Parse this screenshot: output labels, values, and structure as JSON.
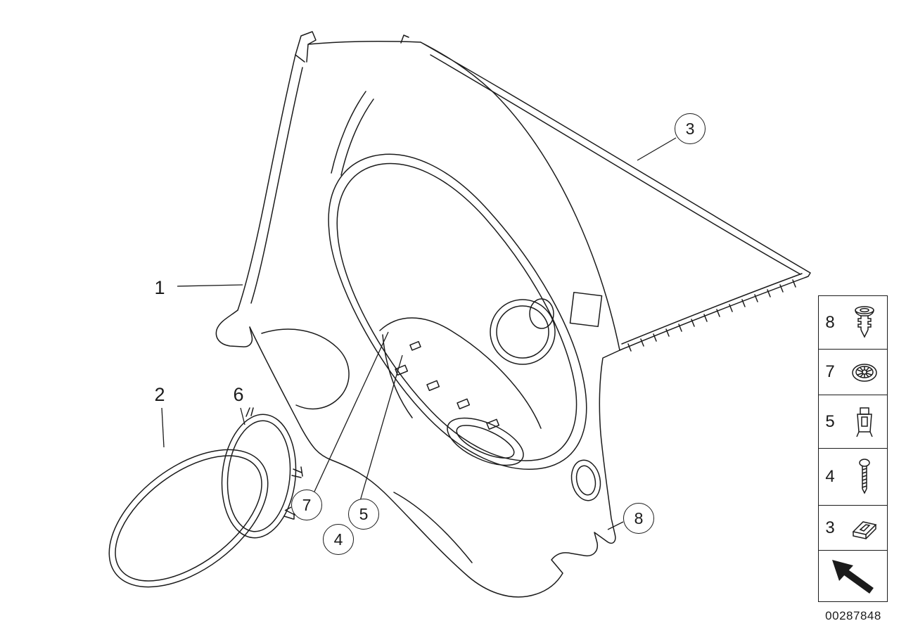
{
  "colors": {
    "background": "#ffffff",
    "line": "#1b1b1b"
  },
  "diagram": {
    "id_label": "00287848",
    "callouts_plain": [
      {
        "label": "1"
      },
      {
        "label": "2"
      },
      {
        "label": "6"
      }
    ],
    "callouts_circled": [
      {
        "label": "3"
      },
      {
        "label": "7"
      },
      {
        "label": "5"
      },
      {
        "label": "4"
      },
      {
        "label": "8"
      }
    ]
  },
  "legend": {
    "items": [
      {
        "label": "8",
        "icon": "expanding-rivet-icon"
      },
      {
        "label": "7",
        "icon": "grommet-icon"
      },
      {
        "label": "5",
        "icon": "clip-icon"
      },
      {
        "label": "4",
        "icon": "screw-icon"
      },
      {
        "label": "3",
        "icon": "spring-nut-icon"
      }
    ],
    "footer_icon": "continue-arrow-icon"
  }
}
